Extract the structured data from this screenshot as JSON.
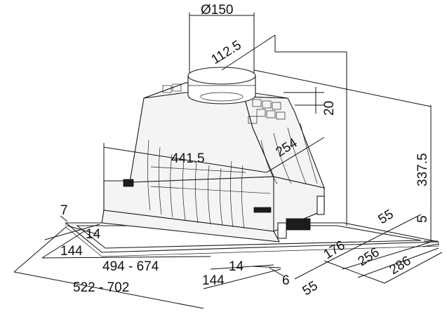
{
  "drawing": {
    "labels": {
      "duct_diameter": "Ø150",
      "duct_offset": "112.5",
      "collar_height": "20",
      "total_height": "337.5",
      "flange_thickness": "5",
      "body_width": "441.5",
      "body_depth": "254",
      "flange_margin_left": "7",
      "inner_margin_left": "14",
      "offset_left": "144",
      "cutout_width": "494 - 674",
      "frame_width": "522 - 702",
      "inner_margin_front": "14",
      "offset_front": "144",
      "flange_gap": "6",
      "front_edge": "55",
      "rear_edge": "55",
      "body_depth_lower": "176",
      "cutout_depth": "256",
      "frame_depth": "286"
    }
  }
}
